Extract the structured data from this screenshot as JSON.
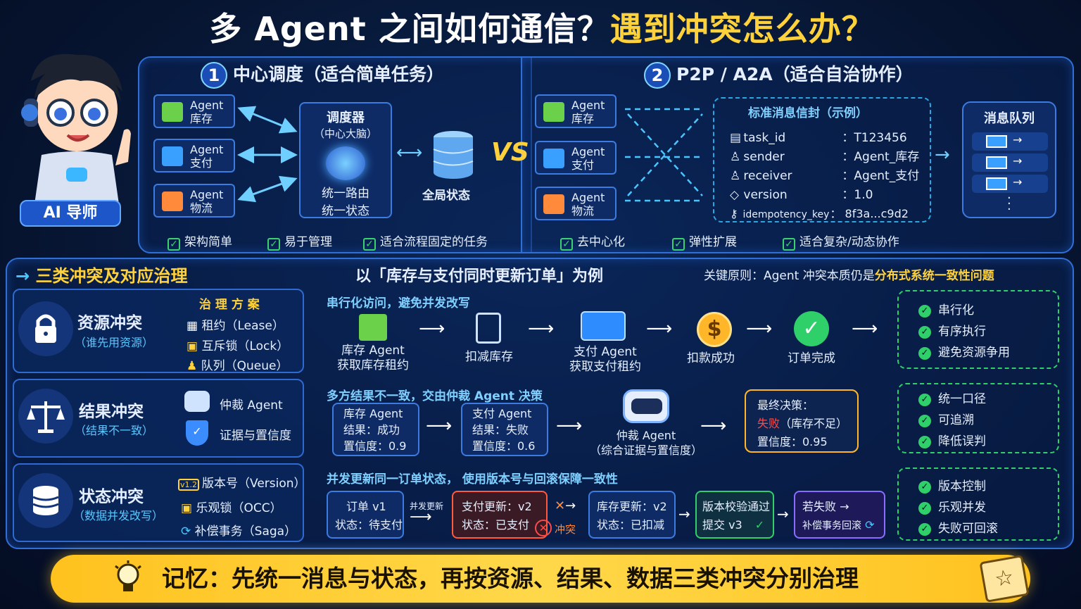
{
  "title": {
    "part1": "多 Agent 之间如何通信？",
    "part2": "遇到冲突怎么办？"
  },
  "badge": "AI 导师",
  "central": {
    "num": "1",
    "title": "中心调度（适合简单任务）",
    "agents": [
      {
        "line1": "Agent",
        "line2": "库存"
      },
      {
        "line1": "Agent",
        "line2": "支付"
      },
      {
        "line1": "Agent",
        "line2": "物流"
      }
    ],
    "scheduler": {
      "line1": "调度器",
      "line2": "（中心大脑）",
      "line3": "统一路由",
      "line4": "统一状态"
    },
    "global_state": "全局状态",
    "checks": [
      "架构简单",
      "易于管理",
      "适合流程固定的任务"
    ]
  },
  "vs": "VS",
  "p2p": {
    "num": "2",
    "title": "P2P / A2A（适合自治协作）",
    "agents": [
      {
        "line1": "Agent",
        "line2": "库存"
      },
      {
        "line1": "Agent",
        "line2": "支付"
      },
      {
        "line1": "Agent",
        "line2": "物流"
      }
    ],
    "envelope": {
      "title": "标准消息信封（示例）",
      "rows": [
        {
          "key": "task_id",
          "value": "：T123456"
        },
        {
          "key": "sender",
          "value": "：Agent_库存"
        },
        {
          "key": "receiver",
          "value": "：Agent_支付"
        },
        {
          "key": "version",
          "value": "：1.0"
        },
        {
          "key": "idempotency_key",
          "value": "：  8f3a...c9d2"
        }
      ]
    },
    "queue": {
      "title": "消息队列"
    },
    "checks": [
      "去中心化",
      "弹性扩展",
      "适合复杂/动态协作"
    ]
  },
  "conflicts": {
    "title": "三类冲突及对应治理",
    "example": "以「库存与支付同时更新订单」为例",
    "principle": {
      "prefix": "关键原则：Agent 冲突本质仍是",
      "highlight": "分布式系统一致性问题"
    },
    "governance_title": "治 理 方 案",
    "resource": {
      "name": "资源冲突",
      "sub": "（谁先用资源）",
      "methods": [
        "租约（Lease）",
        "互斥锁（Lock）",
        "队列（Queue）"
      ],
      "flow_title": "串行化访问，避免并发改写",
      "steps": [
        {
          "line1": "库存 Agent",
          "line2": "获取库存租约"
        },
        {
          "line1": "扣减库存",
          "line2": ""
        },
        {
          "line1": "支付 Agent",
          "line2": "获取支付租约"
        },
        {
          "line1": "扣款成功",
          "line2": ""
        },
        {
          "line1": "订单完成",
          "line2": ""
        }
      ],
      "benefits": [
        "串行化",
        "有序执行",
        "避免资源争用"
      ]
    },
    "result": {
      "name": "结果冲突",
      "sub": "（结果不一致）",
      "methods": [
        "仲裁 Agent",
        "证据与置信度"
      ],
      "flow_title": "多方结果不一致，交由仲裁 Agent 决策",
      "card1": {
        "line1": "库存 Agent",
        "line2": "结果：成功",
        "line3": "置信度：0.9"
      },
      "card2": {
        "line1": "支付 Agent",
        "line2": "结果：失败",
        "line3": "置信度：0.6"
      },
      "arbiter": {
        "line1": "仲裁 Agent",
        "line2": "（综合证据与置信度）"
      },
      "decision": {
        "line1": "最终决策：",
        "fail": "失败",
        "reason": "（库存不足）",
        "line3": "置信度：0.95"
      },
      "benefits": [
        "统一口径",
        "可追溯",
        "降低误判"
      ]
    },
    "state": {
      "name": "状态冲突",
      "sub": "（数据并发改写）",
      "methods": [
        "版本号（Version）",
        "乐观锁（OCC）",
        "补偿事务（Saga）"
      ],
      "version_tag": "v1.2",
      "flow_title": "并发更新同一订单状态， 使用版本号与回滚保障一致性",
      "order": {
        "line1": "订单 v1",
        "line2": "状态：待支付"
      },
      "concurrent": "并发更新",
      "pay": {
        "line1": "支付更新：v2",
        "line2": "状态：已支付"
      },
      "conflict": "冲突",
      "stock": {
        "line1": "库存更新：v2",
        "line2": "状态：已扣减"
      },
      "verify": {
        "line1": "版本校验通过",
        "line2": "提交 v3"
      },
      "rollback": {
        "line1": "若失败 →",
        "line2": "补偿事务回滚"
      },
      "benefits": [
        "版本控制",
        "乐观并发",
        "失败可回滚"
      ]
    }
  },
  "banner": "记忆：先统一消息与状态，再按资源、结果、数据三类冲突分别治理",
  "colors": {
    "accent_yellow": "#ffd23c",
    "accent_blue": "#2f6fd6",
    "green": "#2fcf6a",
    "red": "#ff3b3b",
    "orange": "#ff8a3c"
  }
}
